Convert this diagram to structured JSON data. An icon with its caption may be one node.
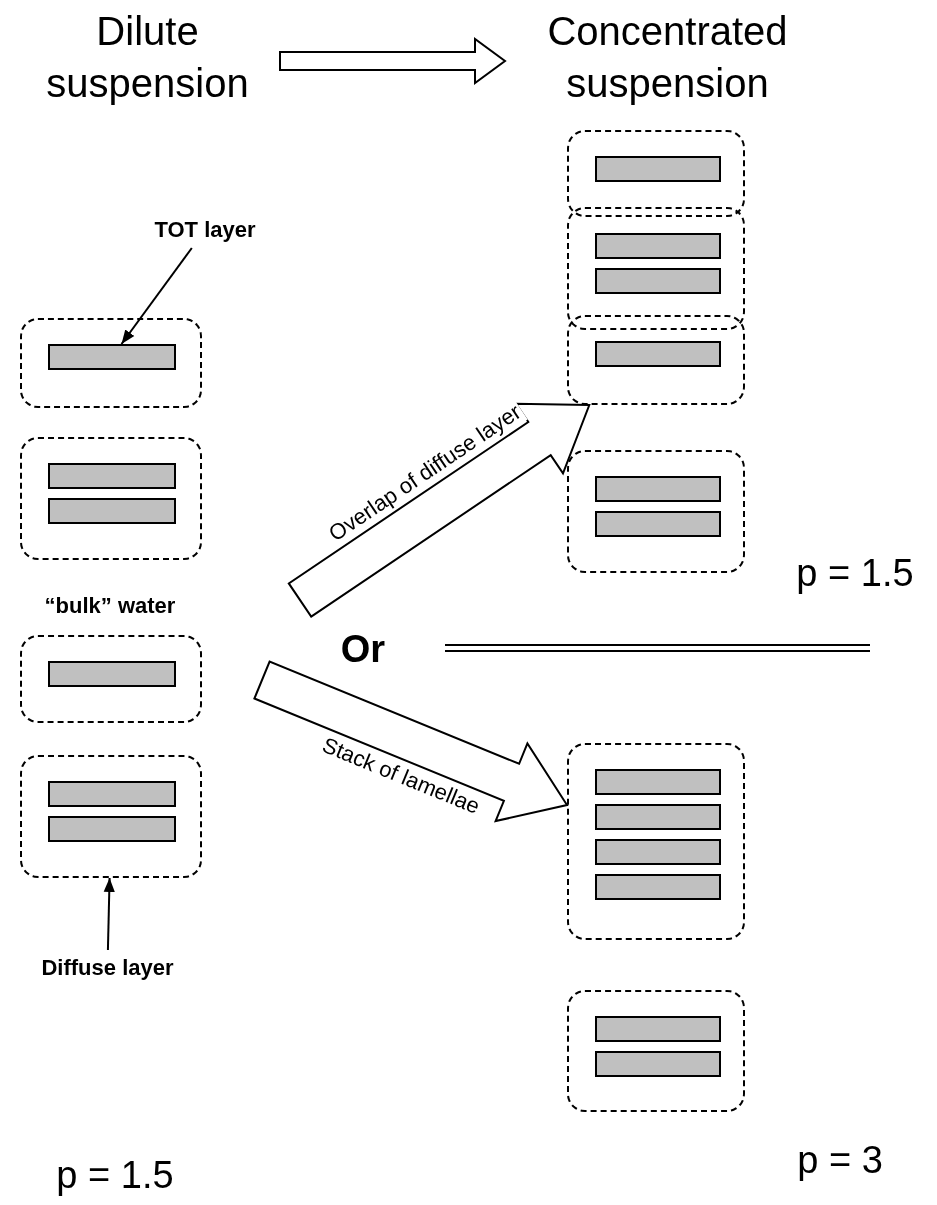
{
  "diagram": {
    "nodes": [
      {
        "text": [
          "Dilute suspension"
        ]
      },
      {
        "text": [
          "Concentrated suspension"
        ]
      },
      {
        "text": [
          "TOT layer"
        ]
      },
      {
        "text": [],
        "shape": "box"
      },
      {
        "text": [],
        "shape": "bar",
        "in": 3
      },
      {
        "text": [],
        "shape": "box"
      },
      {
        "text": [],
        "shape": "bar",
        "in": 5
      },
      {
        "text": [],
        "shape": "bar",
        "in": 5
      },
      {
        "text": [],
        "shape": "box"
      },
      {
        "text": [],
        "shape": "bar",
        "in": 8
      },
      {
        "text": [],
        "shape": "box"
      },
      {
        "text": [],
        "shape": "bar",
        "in": 10
      },
      {
        "text": [],
        "shape": "bar",
        "in": 10
      },
      {
        "text": [
          "Diffuse layer"
        ]
      },
      {
        "text": [],
        "shape": "box"
      },
      {
        "text": [],
        "shape": "bar",
        "in": 14
      },
      {
        "text": [],
        "shape": "box"
      },
      {
        "text": [],
        "shape": "bar",
        "in": 16
      },
      {
        "text": [],
        "shape": "bar",
        "in": 16
      },
      {
        "text": [],
        "shape": "box"
      },
      {
        "text": [],
        "shape": "bar",
        "in": 19
      },
      {
        "text": [],
        "shape": "box"
      },
      {
        "text": [],
        "shape": "bar",
        "in": 21
      },
      {
        "text": [],
        "shape": "bar",
        "in": 21
      },
      {
        "text": [],
        "shape": "box"
      },
      {
        "text": [],
        "shape": "bar",
        "in": 24
      },
      {
        "text": [],
        "shape": "bar",
        "in": 24
      },
      {
        "text": [],
        "shape": "bar",
        "in": 24
      },
      {
        "text": [],
        "shape": "bar",
        "in": 24
      },
      {
        "text": [],
        "shape": "box"
      },
      {
        "text": [],
        "shape": "bar",
        "in": 29
      },
      {
        "text": [],
        "shape": "bar",
        "in": 29
      }
    ],
    "edges": [
      {
        "from": 0,
        "to": 1,
        "arrow": "to"
      },
      {
        "from": 2,
        "to": 4,
        "arrow": "to"
      },
      {
        "from": 13,
        "to": 10,
        "arrow": "to"
      },
      {
        "from": null,
        "to": 19,
        "arrow": "to",
        "label": "Overlap of diffuse layer"
      },
      {
        "from": null,
        "to": 24,
        "arrow": "to",
        "label": "Stack of lamellae"
      }
    ],
    "labels": [
      "p = 1.5",
      "“bulk” water",
      "Or",
      "p = 3",
      "p = 1.5"
    ]
  }
}
